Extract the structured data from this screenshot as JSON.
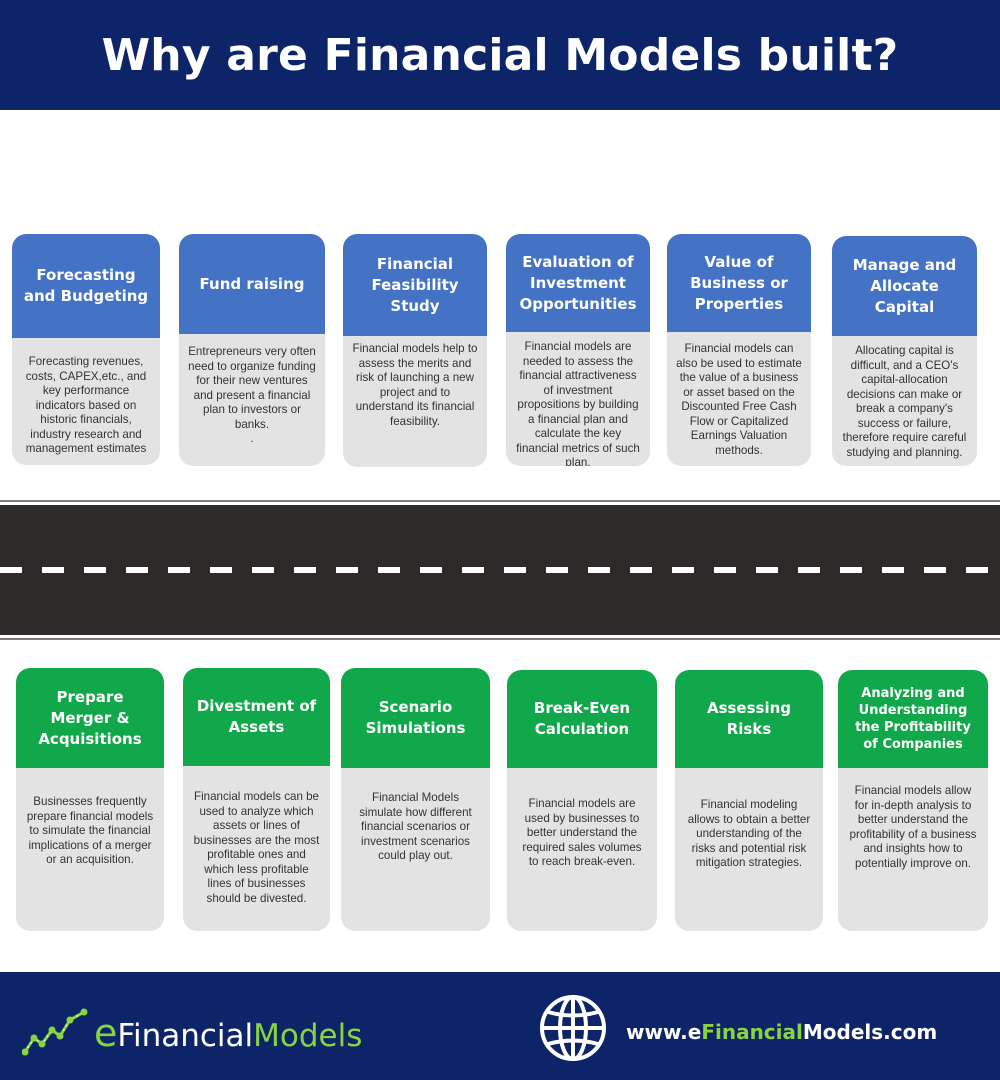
{
  "title": "Why are Financial Models built?",
  "colors": {
    "navy": "#0d2568",
    "card_blue": "#4472c4",
    "card_green": "#10a84a",
    "card_body": "#e3e3e3",
    "road": "#2e2a2a",
    "brand_green": "#8ad340"
  },
  "top_cards": [
    {
      "heading": "Forecasting and Budgeting",
      "text": "Forecasting revenues, costs, CAPEX,etc., and key performance indicators based on historic financials, industry research and management estimates"
    },
    {
      "heading": "Fund raising",
      "text": "Entrepreneurs very often need to organize funding for their new ventures and present a financial plan to investors or banks.\n."
    },
    {
      "heading": "Financial Feasibility Study",
      "text": "Financial models help to assess the merits and risk of launching a new project and to understand its financial feasibility."
    },
    {
      "heading": "Evaluation of Investment Opportunities",
      "text": "Financial models are needed to assess the financial attractiveness of investment propositions by building a financial plan and calculate the key financial metrics of such plan."
    },
    {
      "heading": "Value of Business or Properties",
      "text": "Financial models can also be used to estimate the value of a business or asset based on the Discounted Free Cash Flow or Capitalized Earnings Valuation methods."
    },
    {
      "heading": "Manage and Allocate Capital",
      "text": "Allocating capital is difficult, and a CEO's capital-allocation decisions can make or break a company's success or failure, therefore require careful studying and planning."
    }
  ],
  "bottom_cards": [
    {
      "heading": "Prepare Merger & Acquisitions",
      "text": "Businesses frequently prepare financial models to simulate the financial implications of a merger or an acquisition."
    },
    {
      "heading": "Divestment of Assets",
      "text": "Financial models can be used to analyze which assets or lines of businesses are the most profitable ones and which less profitable lines of businesses should be divested."
    },
    {
      "heading": "Scenario Simulations",
      "text": "Financial Models simulate how different financial scenarios or investment scenarios could play out."
    },
    {
      "heading": "Break-Even Calculation",
      "text": "Financial models are used by businesses to better understand the required sales volumes to reach break-even."
    },
    {
      "heading": "Assessing Risks",
      "text": "Financial modeling allows to obtain a better understanding of the risks and potential risk mitigation strategies."
    },
    {
      "heading": "Analyzing and Understanding the Profitability of Companies",
      "text": "Financial models allow for in-depth analysis to better understand the profitability of a business and insights how to potentially improve on."
    }
  ],
  "footer": {
    "logo_e": "e",
    "logo_financial": "Financial",
    "logo_models": "Models",
    "url_prefix": "www.e",
    "url_highlight": "Financial",
    "url_suffix": "Models.com",
    "globe_icon": "globe-icon",
    "chart_icon": "line-chart-icon"
  }
}
